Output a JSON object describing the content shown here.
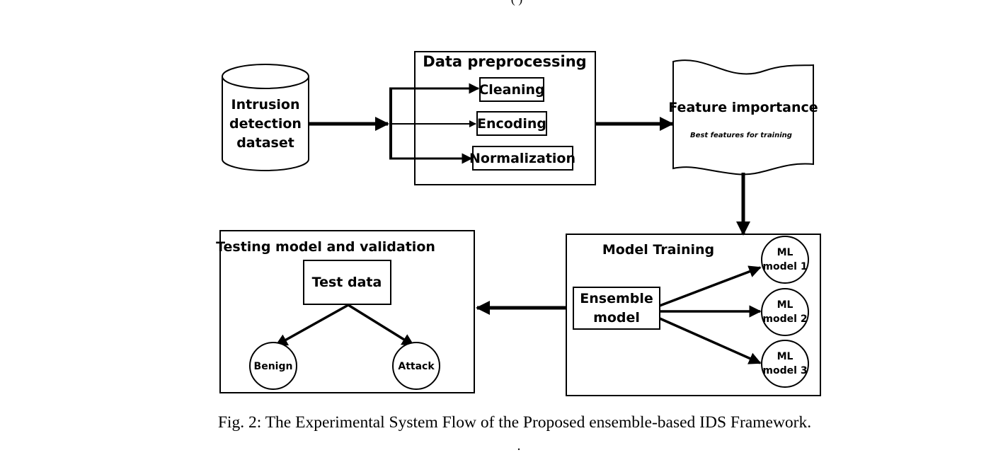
{
  "top_fragment": "(            )",
  "dataset": {
    "lines": [
      "Intrusion",
      "detection",
      "dataset"
    ]
  },
  "preprocessing": {
    "title": "Data preprocessing",
    "steps": [
      "Cleaning",
      "Encoding",
      "Normalization"
    ]
  },
  "feature": {
    "title": "Feature importance",
    "subtitle": "Best features for training"
  },
  "training": {
    "title": "Model Training",
    "ensemble_lines": [
      "Ensemble",
      "model"
    ],
    "models": [
      {
        "line1": "ML",
        "line2": "model 1"
      },
      {
        "line1": "ML",
        "line2": "model 2"
      },
      {
        "line1": "ML",
        "line2": "model 3"
      }
    ]
  },
  "testing": {
    "title": "Testing model and validation",
    "test_data": "Test data",
    "outcomes": [
      "Benign",
      "Attack"
    ]
  },
  "caption": "Fig. 2: The Experimental System Flow of the Proposed ensemble-based IDS Framework.",
  "trailing_dot": "."
}
